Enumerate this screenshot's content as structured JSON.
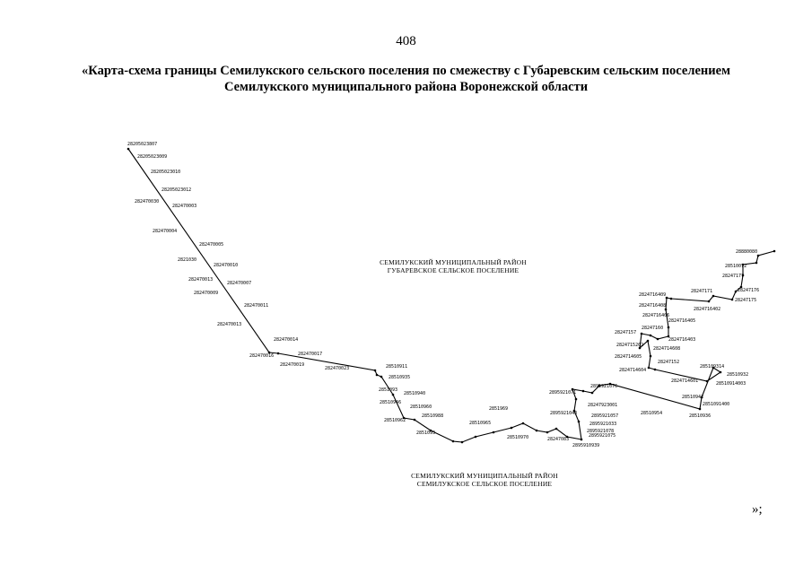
{
  "page_number": "408",
  "title_line1": "«Карта-схема границы Семилукского сельского поселения по смежеству с Губаревским сельским поселением",
  "title_line2": "Семилукского муниципального района Воронежской области",
  "region_north": {
    "line1": "СЕМИЛУКСКИЙ МУНИЦИПАЛЬНЫЙ РАЙОН",
    "line2": "ГУБАРЕВСКОЕ СЕЛЬСКОЕ ПОСЕЛЕНИЕ"
  },
  "region_south": {
    "line1": "СЕМИЛУКСКИЙ МУНИЦИПАЛЬНЫЙ РАЙОН",
    "line2": "СЕМИЛУКСКОЕ СЕЛЬСКОЕ ПОСЕЛЕНИЕ"
  },
  "closing_mark": "»;",
  "point_labels": [
    "28205023807",
    "28205023009",
    "28205023010",
    "28205023012",
    "282470030",
    "282470003",
    "282470004",
    "282470005",
    "2821030",
    "282470010",
    "282470013",
    "282470007",
    "282470009",
    "282470011",
    "282470013",
    "282470014",
    "282470016",
    "282470017",
    "282470019",
    "282470023",
    "28510911",
    "28510935",
    "2851093",
    "28510940",
    "28510946",
    "28510960",
    "28510962",
    "28510988",
    "2851093",
    "28510965",
    "28510970",
    "2851969",
    "28247083",
    "2895910939",
    "2895921071",
    "2895921043",
    "2895921057",
    "2895921033",
    "2895921075",
    "2895921078",
    "2895921076",
    "28247923001",
    "28510954",
    "28510936",
    "28510942",
    "2851091400",
    "285109314",
    "28510932",
    "28510914003",
    "2824714601",
    "2824714604",
    "2824714605",
    "2824714608",
    "28247152",
    "2824715202",
    "28247157",
    "28247160",
    "2824716403",
    "2824716405",
    "2824716406",
    "2824716408",
    "2824716409",
    "2824716402",
    "28247171",
    "28247175",
    "28247176",
    "28247177",
    "28510072",
    "28880080"
  ]
}
